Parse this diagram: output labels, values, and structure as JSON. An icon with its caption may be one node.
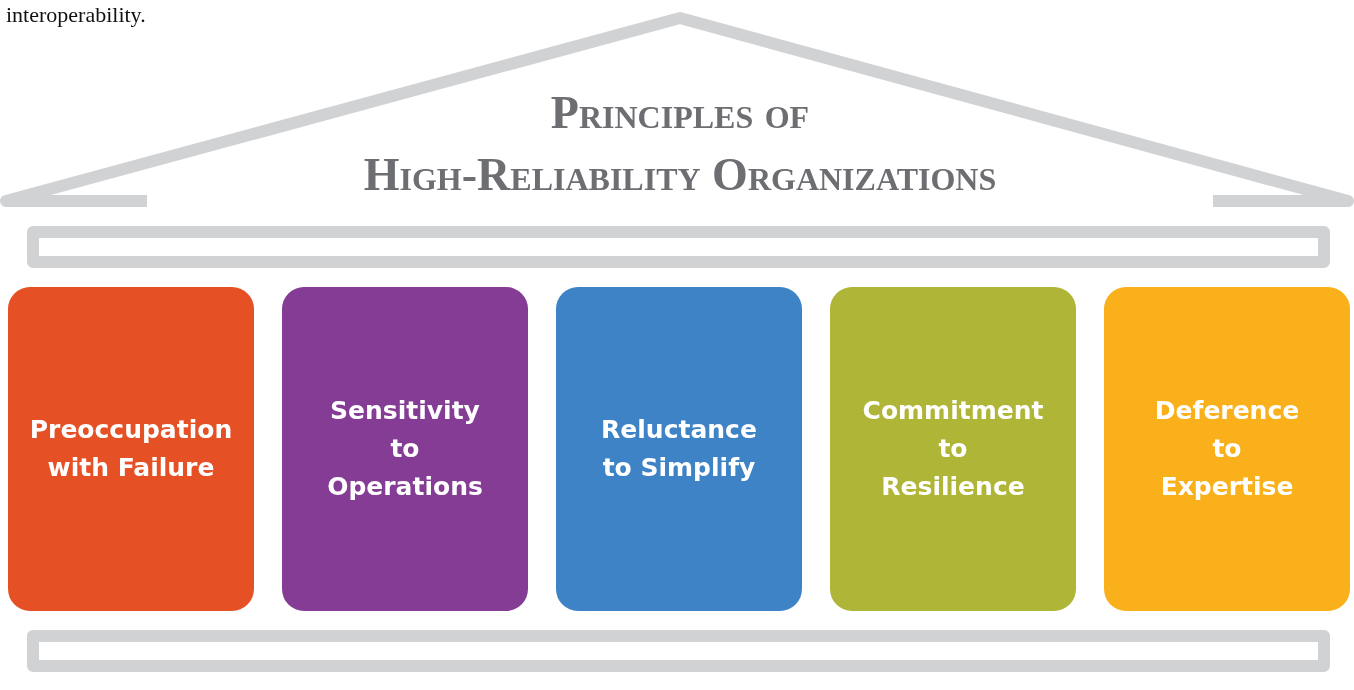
{
  "diagram": {
    "title": "Principles of High-Reliability Organizations",
    "nodes": [
      {
        "text": [
          "Preoccupation with Failure"
        ]
      },
      {
        "text": [
          "Sensitivity to Operations"
        ]
      },
      {
        "text": [
          "Reluctance to Simplify"
        ]
      },
      {
        "text": [
          "Commitment to Resilience"
        ]
      },
      {
        "text": [
          "Deference to Expertise"
        ]
      }
    ],
    "labels": [
      "interoperability."
    ]
  }
}
